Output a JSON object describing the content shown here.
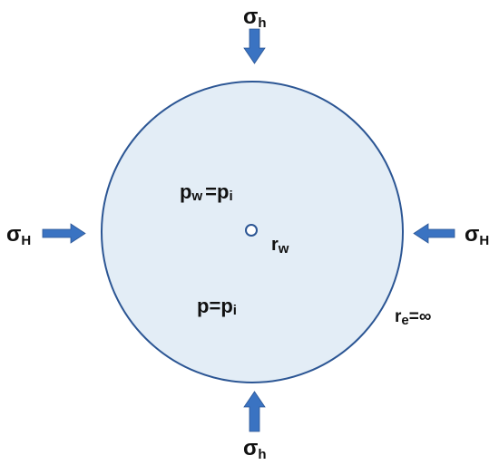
{
  "colors": {
    "circle_fill": "#e3edf6",
    "circle_stroke": "#2c5694",
    "arrow": "#3a73c2",
    "text": "#111111"
  },
  "diagram": {
    "top_stress": {
      "symbol": "σ",
      "subscript": "h",
      "arrow": "arrow-down"
    },
    "bottom_stress": {
      "symbol": "σ",
      "subscript": "h",
      "arrow": "arrow-up"
    },
    "left_stress": {
      "symbol": "σ",
      "subscript": "H",
      "arrow": "arrow-right"
    },
    "right_stress": {
      "symbol": "σ",
      "subscript": "H",
      "arrow": "arrow-left"
    },
    "wellbore_pressure": {
      "p": "p",
      "p_sub": "w",
      "equals": "=",
      "rhs": "p",
      "rhs_sub": "i"
    },
    "reservoir_pressure": {
      "p": "p",
      "equals": "=",
      "rhs": "p",
      "rhs_sub": "i"
    },
    "wellbore_radius": {
      "r": "r",
      "r_sub": "w"
    },
    "outer_radius": {
      "r": "r",
      "r_sub": "e",
      "rest": "=∞"
    }
  }
}
